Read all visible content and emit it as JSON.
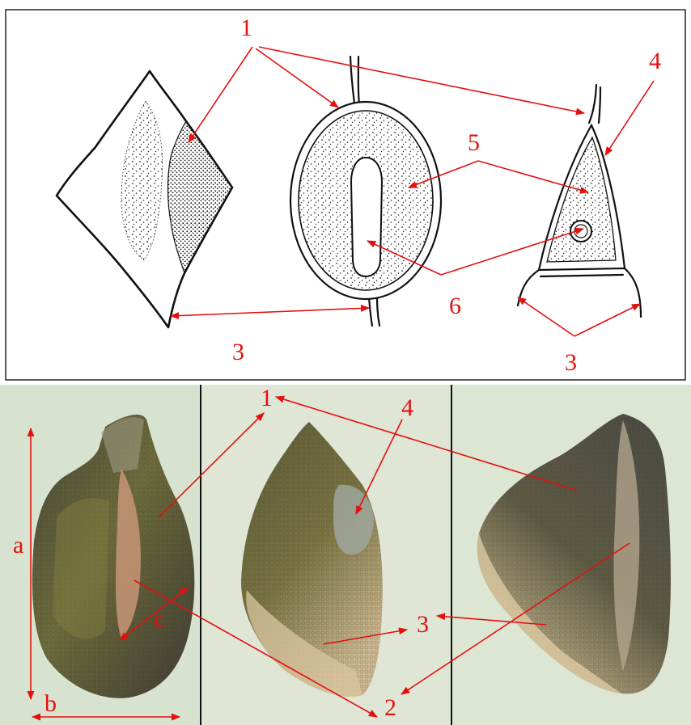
{
  "colors": {
    "annotation": "#e4100f",
    "ink": "#111111",
    "photo_background": "#d9e6cf",
    "seed_dark": "#4d4a3a",
    "seed_green": "#7f7c43",
    "seed_pale": "#c8b98d"
  },
  "drawing_panel": {
    "labels": {
      "outer_layer": "1",
      "wing": "3",
      "wing_right": "3",
      "coat": "4",
      "fill": "5",
      "embryo": "6"
    }
  },
  "photo_panel": {
    "labels": {
      "outer_layer": "1",
      "inner_tissue": "2",
      "wing": "3",
      "coat": "4",
      "length": "a",
      "width": "b",
      "thickness": "c"
    }
  }
}
